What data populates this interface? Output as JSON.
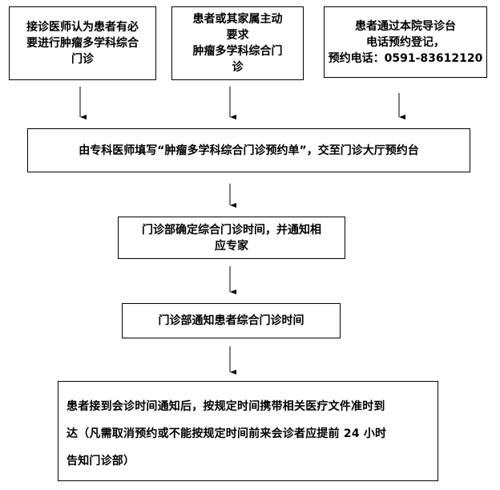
{
  "flowchart": {
    "box_a": {
      "lines": [
        "接诊医师认为患者有必",
        "要进行肿瘤多学科综合",
        "门诊"
      ]
    },
    "box_b": {
      "lines": [
        "患者或其家属主动",
        "要求",
        "肿瘤多学科综合门",
        "诊"
      ]
    },
    "box_c": {
      "lines": [
        "患者通过本院导诊台",
        "电话预约登记，",
        "预约电话：0591-83612120"
      ]
    },
    "box_d": {
      "lines": [
        "由专科医师填写“肿瘤多学科综合门诊预约单”，交至门诊大厅预约台"
      ]
    },
    "box_e": {
      "lines": [
        "门诊部确定综合门诊时间，并通知相",
        "应专家"
      ]
    },
    "box_f": {
      "lines": [
        "门诊部通知患者综合门诊时间"
      ]
    },
    "box_g": {
      "lines": [
        "患者接到会诊时间通知后，按规定时间携带相关医疗文件准时到",
        "达（凡需取消预约或不能按规定时间前来会诊者应提前 24 小时",
        "告知门诊部）"
      ]
    }
  },
  "colors": {
    "line": "#000000",
    "background": "#ffffff"
  }
}
